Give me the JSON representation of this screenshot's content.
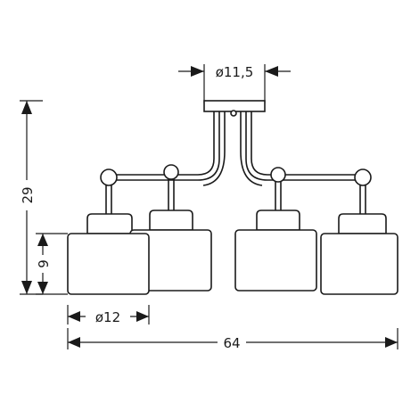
{
  "dimensions": {
    "canopy_diameter": "ø11,5",
    "total_height": "29",
    "shade_height": "9",
    "shade_diameter": "ø12",
    "total_width": "64"
  },
  "colors": {
    "line": "#1a1a1a",
    "background": "#ffffff"
  }
}
